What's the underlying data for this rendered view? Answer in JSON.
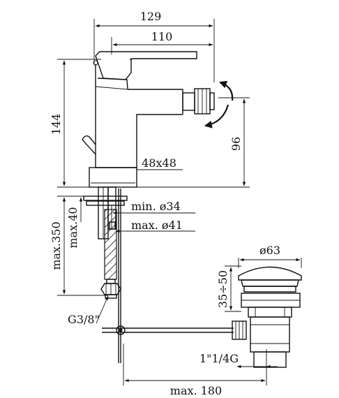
{
  "dimensions": {
    "overall_width": "129",
    "spout_length": "110",
    "height": "144",
    "spout_height": "96",
    "base_size": "48x48",
    "hole_min": "min. ø34",
    "hole_max": "max. ø41",
    "max_length": "max.350",
    "max_thickness": "max.40",
    "connection": "G3/8\"",
    "waste_diameter": "ø63",
    "waste_range": "35÷50",
    "waste_thread": "1\"1/4G",
    "rod_length": "max. 180"
  }
}
